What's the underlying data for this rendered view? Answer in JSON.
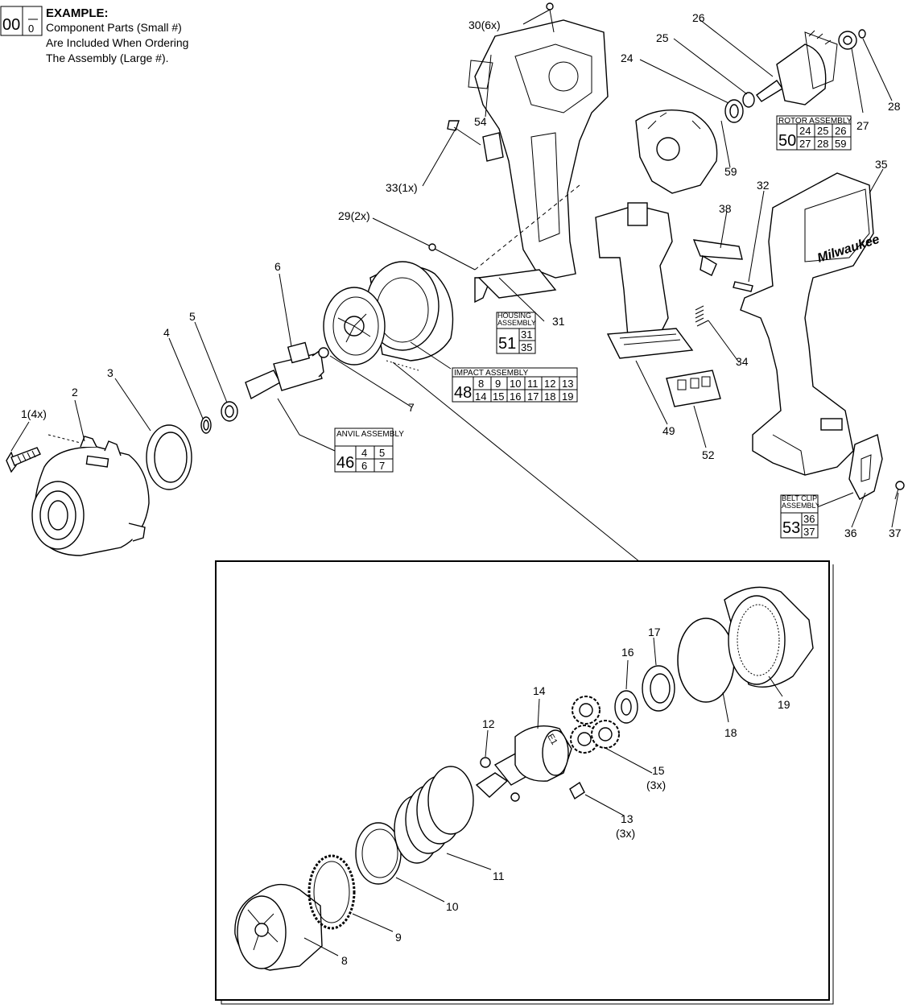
{
  "example": {
    "big": "00",
    "small": "0",
    "title": "EXAMPLE:",
    "lines": [
      "Component Parts (Small #)",
      "Are Included When Ordering",
      "The Assembly (Large #)."
    ]
  },
  "callouts": [
    {
      "id": "c1",
      "label": "1(4x)"
    },
    {
      "id": "c2",
      "label": "2"
    },
    {
      "id": "c3",
      "label": "3"
    },
    {
      "id": "c4",
      "label": "4"
    },
    {
      "id": "c5",
      "label": "5"
    },
    {
      "id": "c6",
      "label": "6"
    },
    {
      "id": "c7",
      "label": "7"
    },
    {
      "id": "c24",
      "label": "24"
    },
    {
      "id": "c25",
      "label": "25"
    },
    {
      "id": "c26",
      "label": "26"
    },
    {
      "id": "c27",
      "label": "27"
    },
    {
      "id": "c28",
      "label": "28"
    },
    {
      "id": "c29",
      "label": "29(2x)"
    },
    {
      "id": "c30",
      "label": "30(6x)"
    },
    {
      "id": "c31",
      "label": "31"
    },
    {
      "id": "c32",
      "label": "32"
    },
    {
      "id": "c33",
      "label": "33(1x)"
    },
    {
      "id": "c34",
      "label": "34"
    },
    {
      "id": "c35",
      "label": "35"
    },
    {
      "id": "c36",
      "label": "36"
    },
    {
      "id": "c37",
      "label": "37"
    },
    {
      "id": "c38",
      "label": "38"
    },
    {
      "id": "c49",
      "label": "49"
    },
    {
      "id": "c52",
      "label": "52"
    },
    {
      "id": "c54",
      "label": "54"
    },
    {
      "id": "c59",
      "label": "59"
    },
    {
      "id": "c8",
      "label": "8"
    },
    {
      "id": "c9",
      "label": "9"
    },
    {
      "id": "c10",
      "label": "10"
    },
    {
      "id": "c11",
      "label": "11"
    },
    {
      "id": "c12",
      "label": "12"
    },
    {
      "id": "c13",
      "label": "13"
    },
    {
      "id": "c13q",
      "label": "(3x)"
    },
    {
      "id": "c14",
      "label": "14"
    },
    {
      "id": "c15",
      "label": "15"
    },
    {
      "id": "c15q",
      "label": "(3x)"
    },
    {
      "id": "c16",
      "label": "16"
    },
    {
      "id": "c17",
      "label": "17"
    },
    {
      "id": "c18",
      "label": "18"
    },
    {
      "id": "c19",
      "label": "19"
    }
  ],
  "assemblies": [
    {
      "id": "anvil",
      "title": "ANVIL ASSEMBLY",
      "number": "46",
      "parts": [
        [
          "4",
          "5"
        ],
        [
          "6",
          "7"
        ]
      ]
    },
    {
      "id": "impact",
      "title": "IMPACT ASSEMBLY",
      "number": "48",
      "parts": [
        [
          "8",
          "9",
          "10",
          "11",
          "12",
          "13"
        ],
        [
          "14",
          "15",
          "16",
          "17",
          "18",
          "19"
        ]
      ]
    },
    {
      "id": "housing",
      "title": "HOUSING ASSEMBLY",
      "number": "51",
      "parts": [
        [
          "31"
        ],
        [
          "35"
        ]
      ]
    },
    {
      "id": "rotor",
      "title": "ROTOR ASSEMBLY",
      "number": "50",
      "parts": [
        [
          "24",
          "25",
          "26"
        ],
        [
          "27",
          "28",
          "59"
        ]
      ]
    },
    {
      "id": "beltclip",
      "title": "BELT CLIP ASSEMBLY",
      "number": "53",
      "parts": [
        [
          "36"
        ],
        [
          "37"
        ]
      ]
    }
  ],
  "product_logo": "Milwaukee"
}
